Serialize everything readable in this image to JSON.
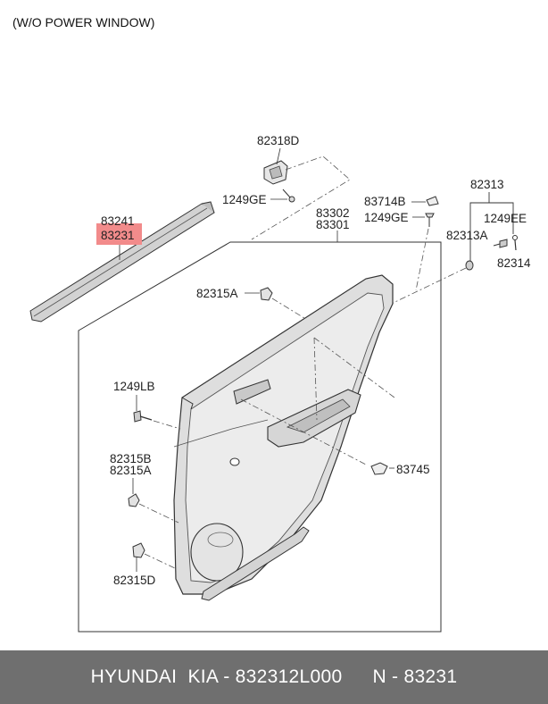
{
  "caption": "(W/O POWER WINDOW)",
  "labels": {
    "p82318D": "82318D",
    "p1249GE_a": "1249GE",
    "p83714B": "83714B",
    "p1249GE_b": "1249GE",
    "p82313": "82313",
    "p1249EE": "1249EE",
    "p82313A": "82313A",
    "p82314": "82314",
    "p83241": "83241",
    "p83231": "83231",
    "p83302": "83302",
    "p83301": "83301",
    "p82315A_top": "82315A",
    "p1249LB": "1249LB",
    "p82315B": "82315B",
    "p82315A_mid": "82315A",
    "p83745": "83745",
    "p82315D": "82315D"
  },
  "highlight_color": "#f28b8b",
  "footer": {
    "brand": "HYUNDAI  KIA - 832312L000",
    "ref": "N - 83231"
  }
}
